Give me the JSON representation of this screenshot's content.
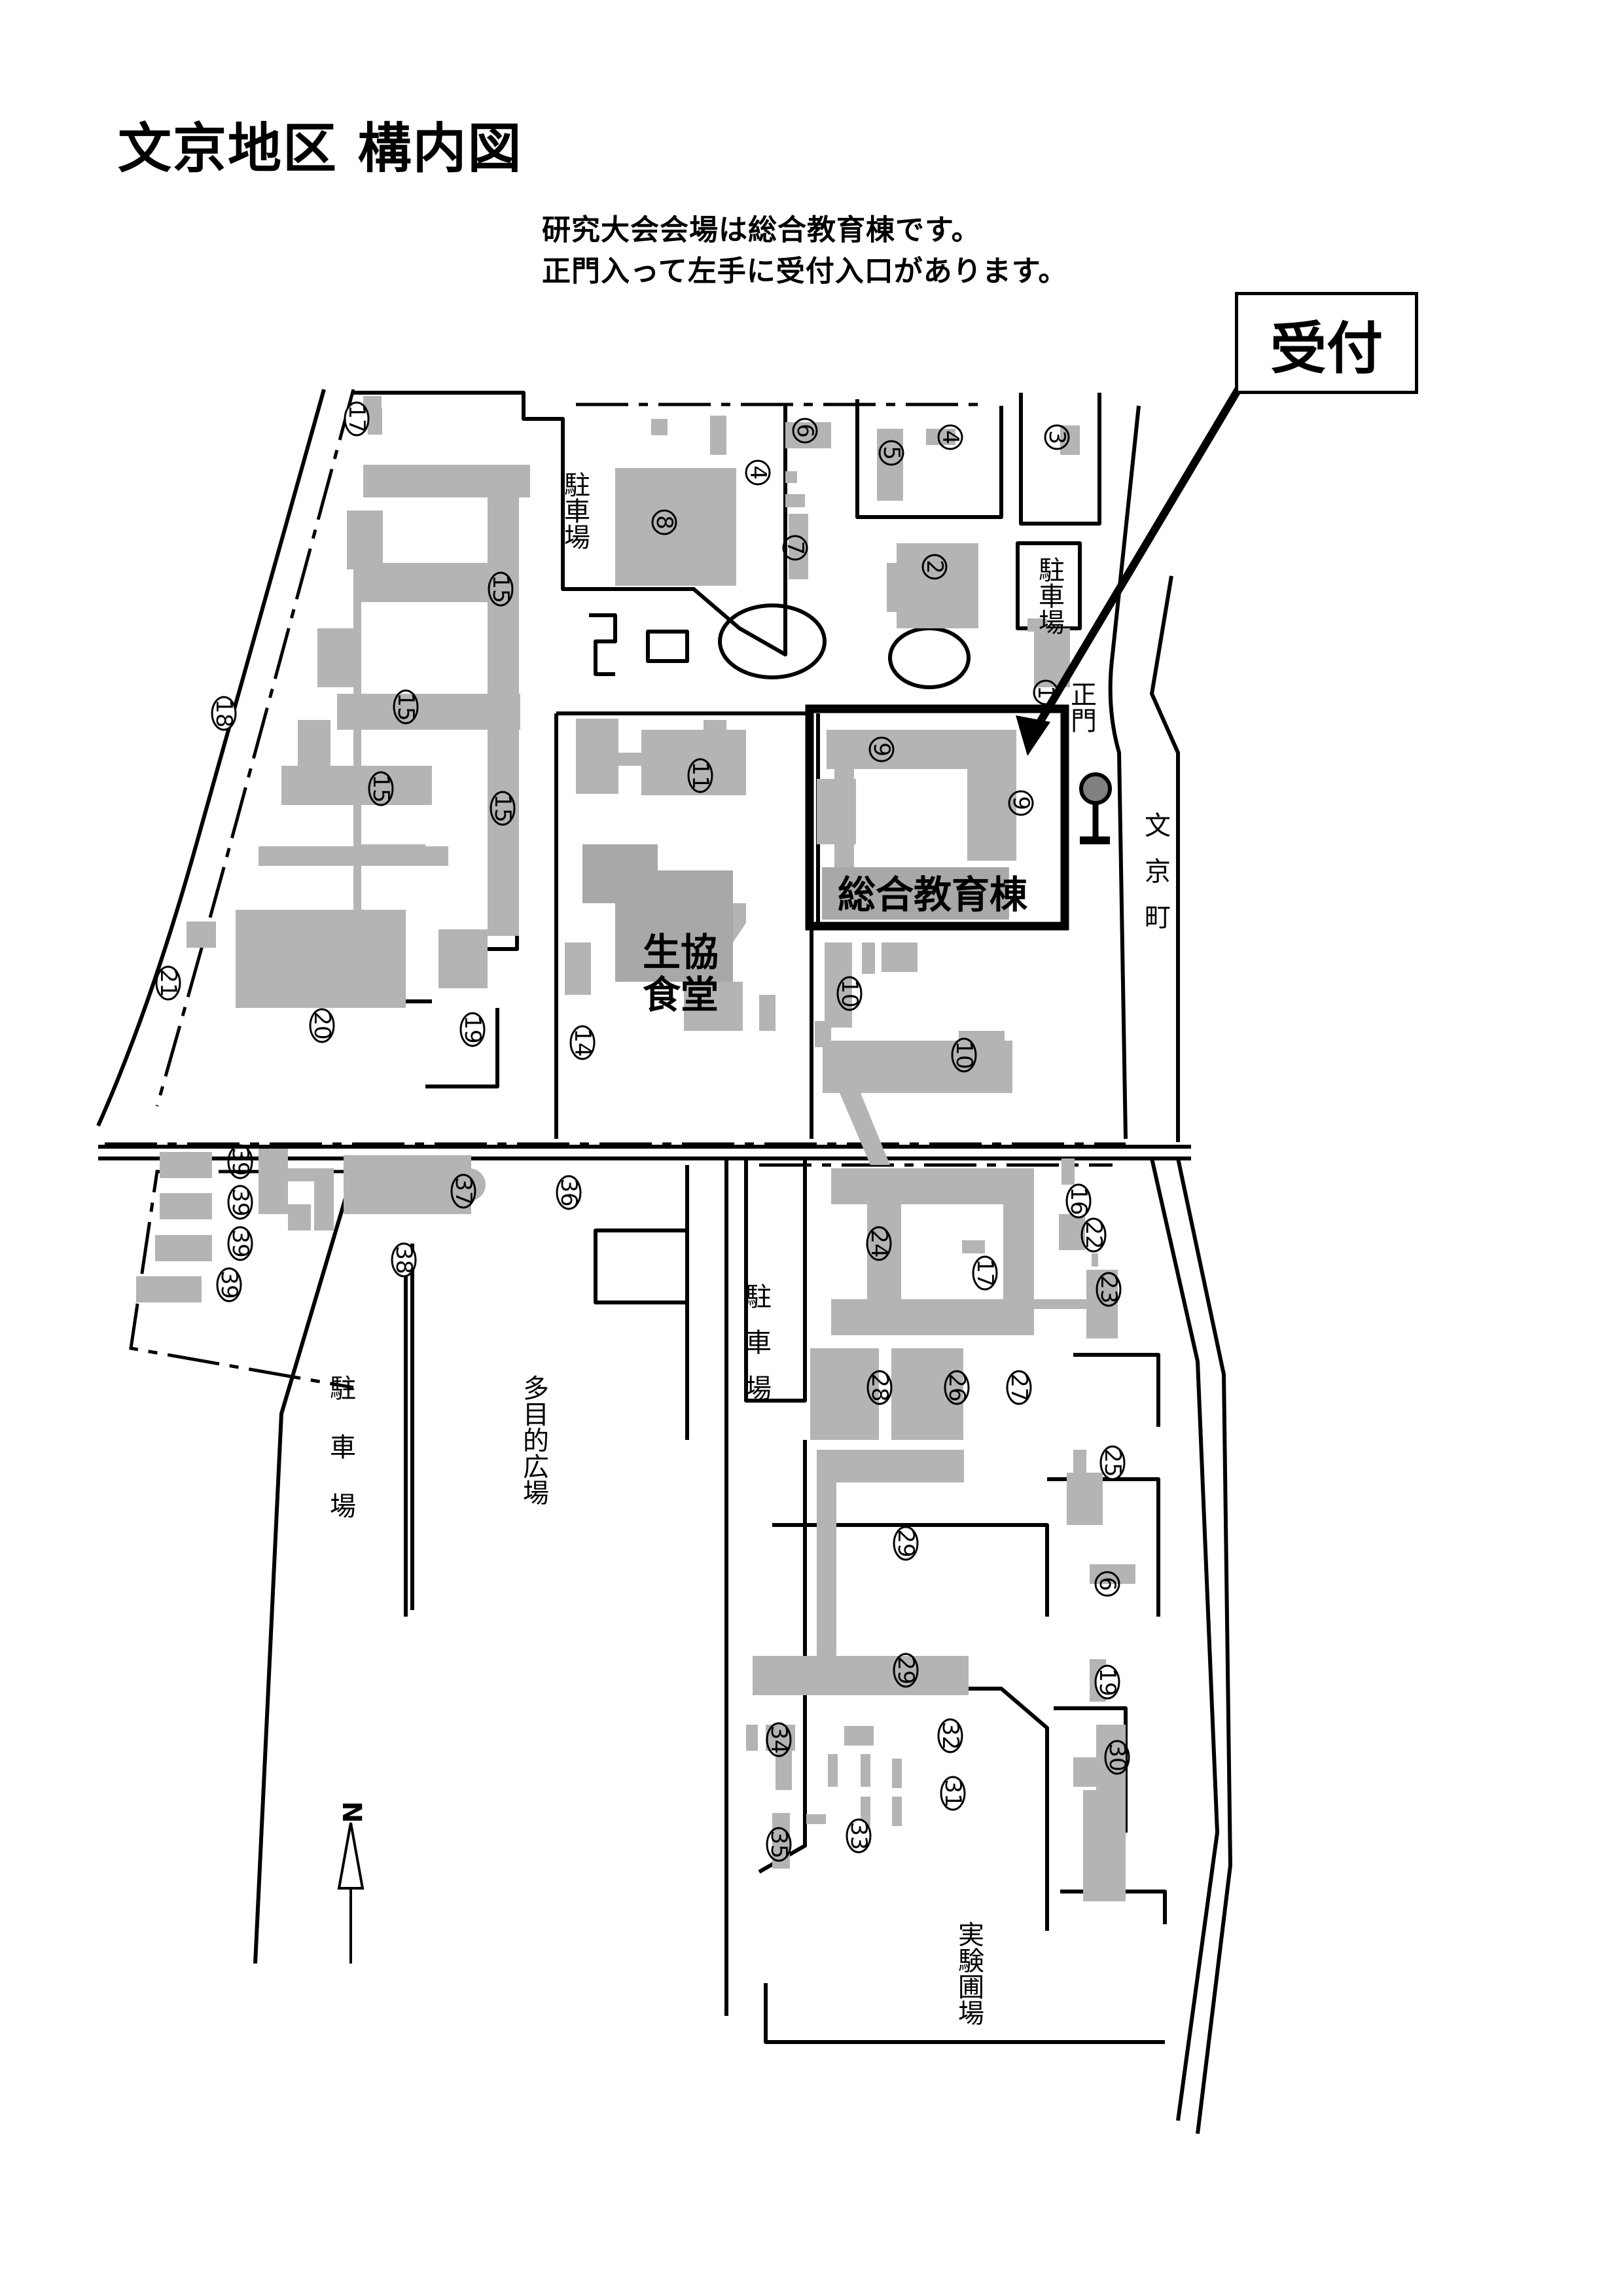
{
  "header": {
    "title": "文京地区 構内図",
    "note_line1": "研究大会会場は総合教育棟です。",
    "note_line2": "正門入って左手に受付入口があります。"
  },
  "callout": {
    "label": "受付"
  },
  "map": {
    "highlight_building": "総合教育棟",
    "coop_line1": "生協",
    "coop_line2": "食堂",
    "labels": {
      "parking": "駐車場",
      "main_gate": "正門",
      "street": "文京町",
      "plaza": "多目的広場",
      "farm": "実験圃場",
      "north": "N"
    },
    "building_numbers": [
      "1",
      "2",
      "3",
      "4",
      "4",
      "5",
      "6",
      "6",
      "7",
      "8",
      "9",
      "9",
      "10",
      "10",
      "11",
      "14",
      "15",
      "15",
      "15",
      "15",
      "16",
      "17",
      "17",
      "18",
      "19",
      "19",
      "20",
      "21",
      "22",
      "23",
      "24",
      "25",
      "26",
      "27",
      "28",
      "29",
      "29",
      "30",
      "31",
      "32",
      "33",
      "34",
      "35",
      "36",
      "37",
      "38",
      "39",
      "39",
      "39",
      "39"
    ],
    "colors": {
      "building": "#b4b4b4",
      "line": "#000000",
      "background": "#ffffff"
    }
  }
}
